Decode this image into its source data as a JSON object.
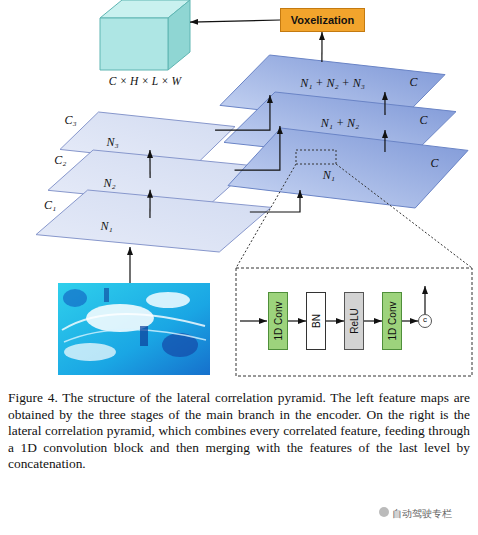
{
  "diagram": {
    "caption": "Figure 4. The structure of the lateral correlation pyramid. The left feature maps are obtained by the three stages of the main branch in the encoder. On the right is the lateral correlation pyramid, which combines every correlated feature, feeding through a 1D convolution block and then merging with the features of the last level by concatenation.",
    "nodes": [
      {
        "text": [
          "C × H × L × W"
        ]
      },
      {
        "text": [
          "Voxelization"
        ]
      },
      {
        "text": [
          "N₁ + N₂ + N₃",
          "C"
        ]
      },
      {
        "text": [
          "C₃",
          "N₃"
        ]
      },
      {
        "text": [
          "N₁ + N₂",
          "C"
        ]
      },
      {
        "text": [
          "C₂",
          "N₂"
        ]
      },
      {
        "text": [
          "N₁",
          "C"
        ]
      },
      {
        "text": [
          "C₁",
          "N₁"
        ]
      },
      {
        "text": [
          "1D Conv"
        ]
      },
      {
        "text": [
          "BN"
        ]
      },
      {
        "text": [
          "ReLU"
        ]
      },
      {
        "text": [
          "1D Conv"
        ]
      },
      {
        "text": [
          "c"
        ]
      }
    ],
    "edges": [
      {
        "from": 7,
        "to": 5,
        "arrow": "to"
      },
      {
        "from": 5,
        "to": 3,
        "arrow": "to"
      },
      {
        "from": 7,
        "to": 6,
        "arrow": "to"
      },
      {
        "from": 5,
        "to": 4,
        "arrow": "to"
      },
      {
        "from": 3,
        "to": 2,
        "arrow": "to"
      },
      {
        "from": 6,
        "to": 4,
        "arrow": "to"
      },
      {
        "from": 4,
        "to": 2,
        "arrow": "to"
      },
      {
        "from": 2,
        "to": 1,
        "arrow": "to"
      },
      {
        "from": 1,
        "to": 0,
        "arrow": "to"
      },
      {
        "from": 8,
        "to": 9,
        "arrow": "to"
      },
      {
        "from": 9,
        "to": 10,
        "arrow": "to"
      },
      {
        "from": 10,
        "to": 11,
        "arrow": "to"
      },
      {
        "from": 11,
        "to": 12,
        "arrow": "to"
      }
    ],
    "labels": [
      "自动驾驶专栏"
    ]
  }
}
